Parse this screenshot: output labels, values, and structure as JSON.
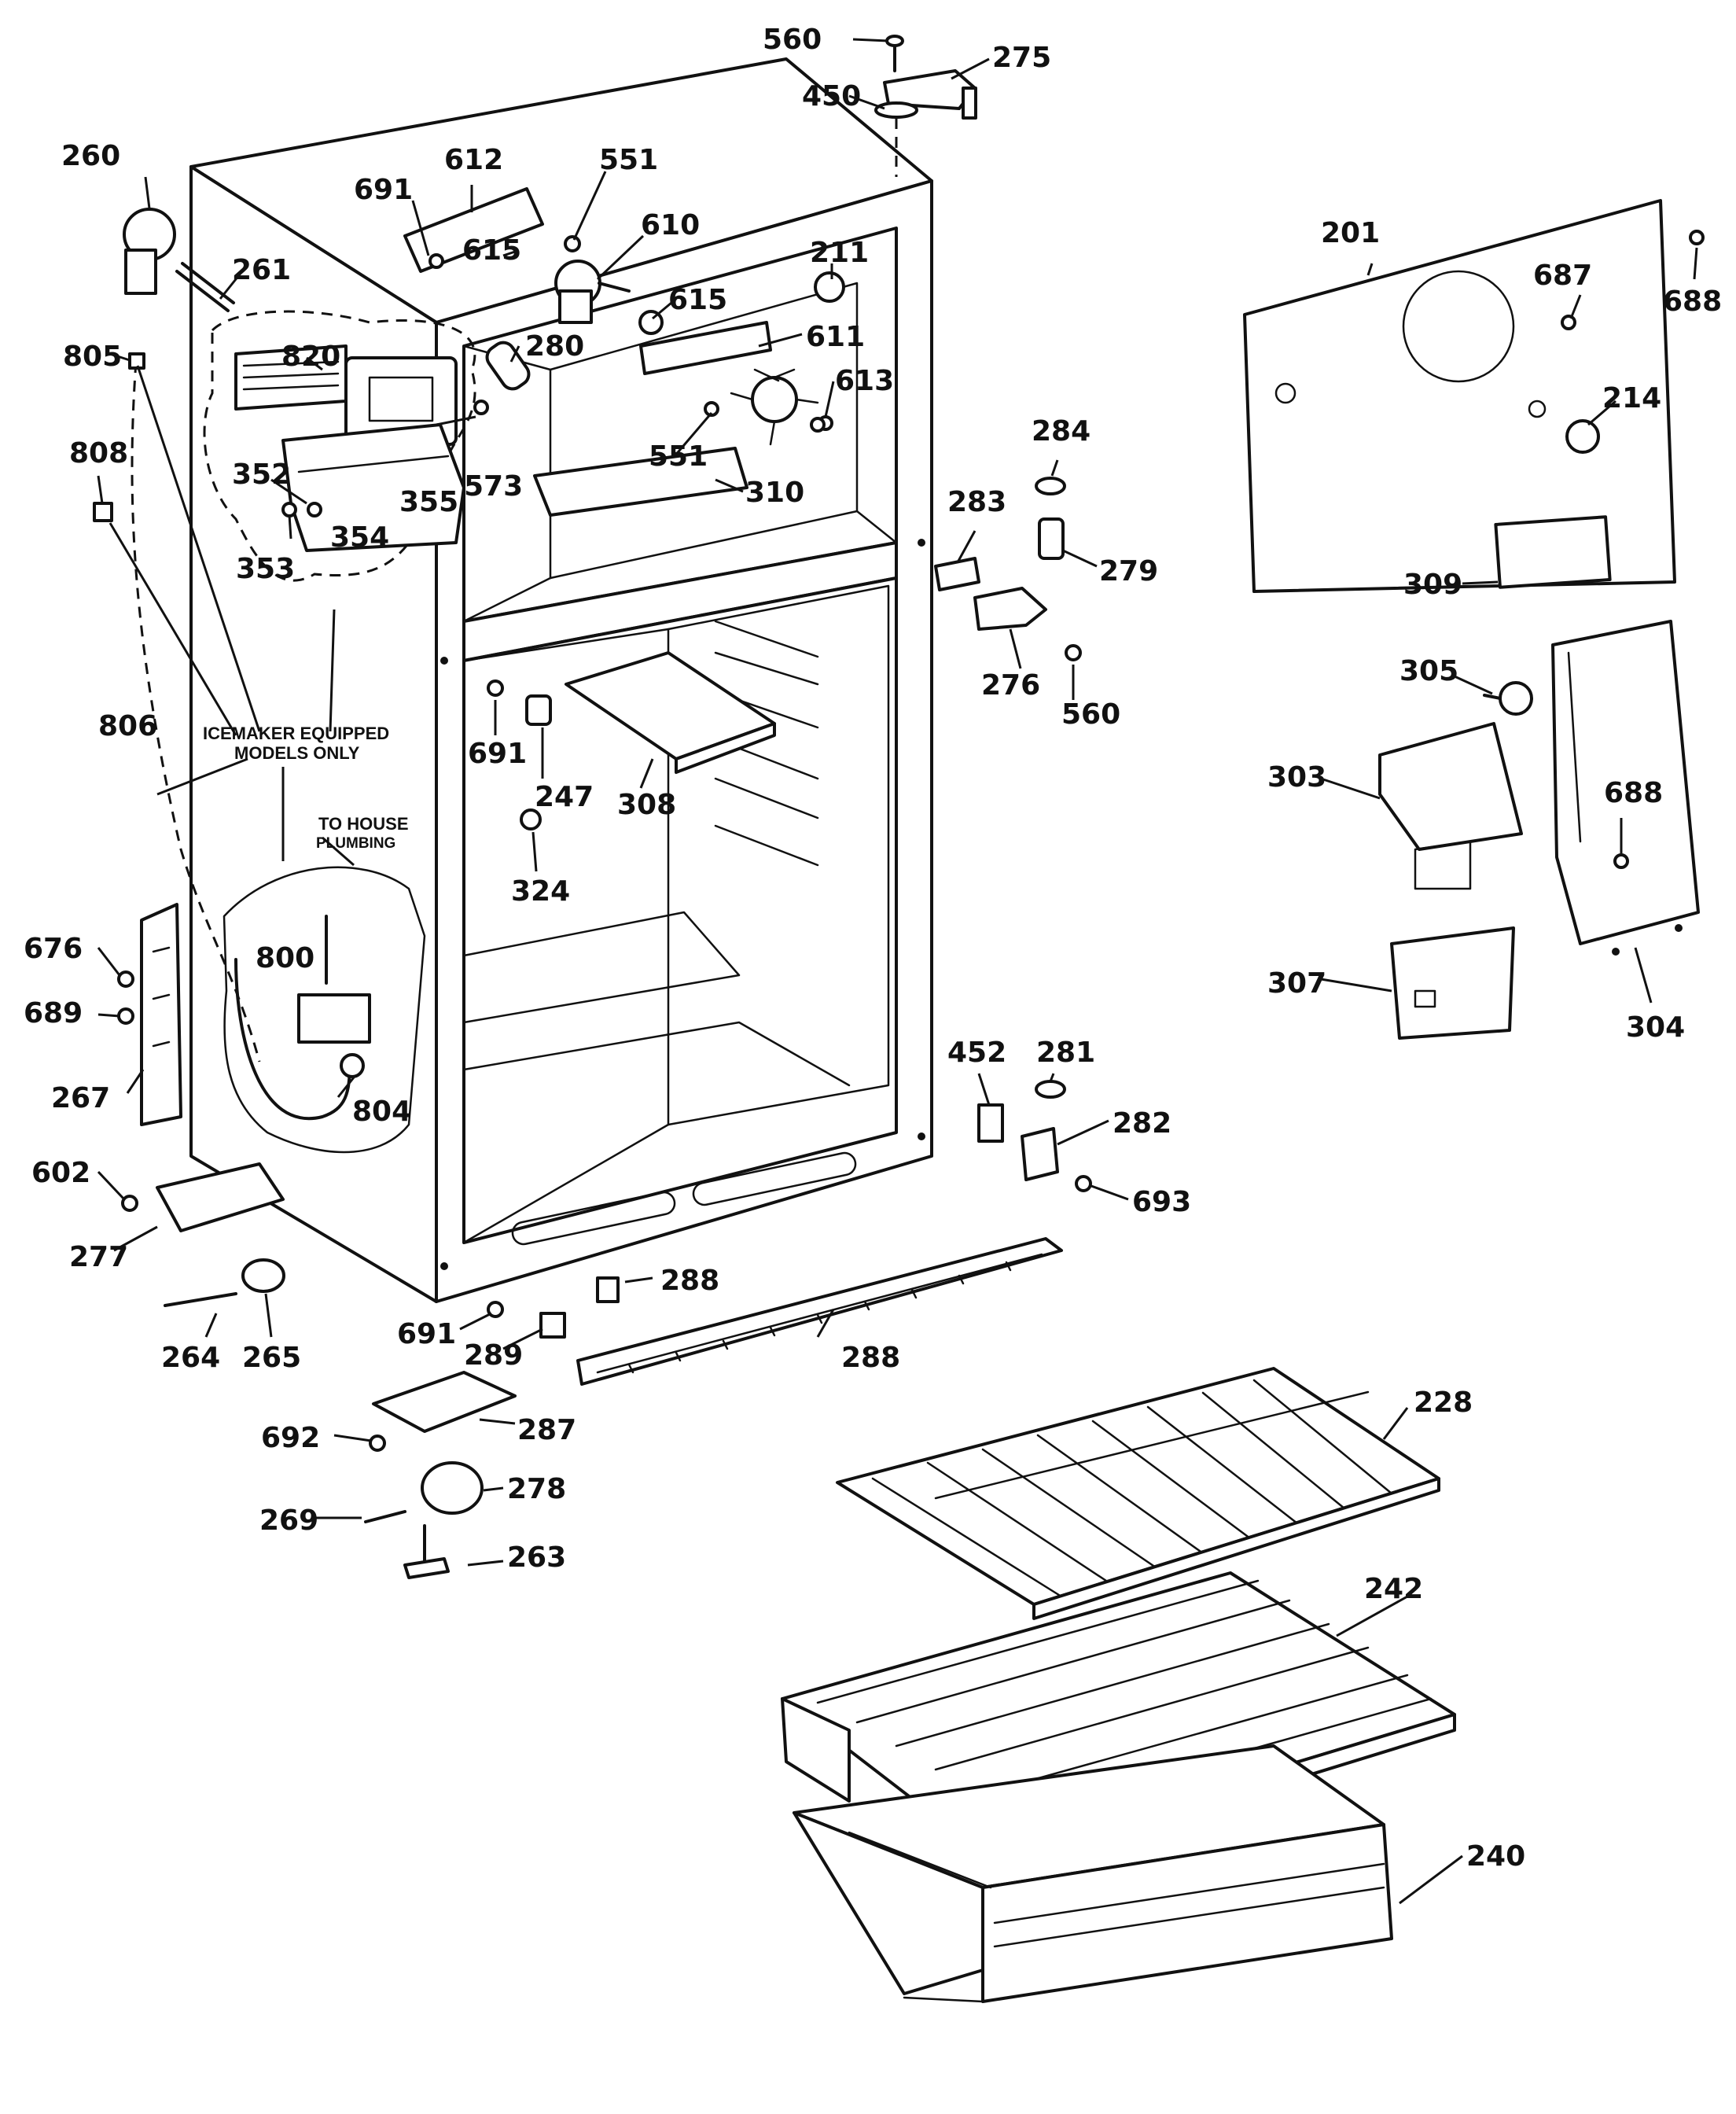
{
  "labels": {
    "l201": "201",
    "l211": "211",
    "l214": "214",
    "l228": "228",
    "l240": "240",
    "l242": "242",
    "l247": "247",
    "l260": "260",
    "l261": "261",
    "l263": "263",
    "l264": "264",
    "l265": "265",
    "l267": "267",
    "l269": "269",
    "l275": "275",
    "l276": "276",
    "l277": "277",
    "l278": "278",
    "l279": "279",
    "l280": "280",
    "l281": "281",
    "l282": "282",
    "l283": "283",
    "l284": "284",
    "l287": "287",
    "l288a": "288",
    "l288b": "288",
    "l289": "289",
    "l303": "303",
    "l304": "304",
    "l305": "305",
    "l307": "307",
    "l308": "308",
    "l309": "309",
    "l310": "310",
    "l324": "324",
    "l352": "352",
    "l353": "353",
    "l354": "354",
    "l355": "355",
    "l450": "450",
    "l452": "452",
    "l551a": "551",
    "l551b": "551",
    "l560a": "560",
    "l560b": "560",
    "l573": "573",
    "l602": "602",
    "l610": "610",
    "l611": "611",
    "l612": "612",
    "l613": "613",
    "l615a": "615",
    "l615b": "615",
    "l676": "676",
    "l687": "687",
    "l688a": "688",
    "l688b": "688",
    "l689": "689",
    "l691a": "691",
    "l691b": "691",
    "l691c": "691",
    "l692": "692",
    "l693": "693",
    "l800": "800",
    "l804": "804",
    "l805": "805",
    "l806": "806",
    "l808": "808",
    "l820": "820"
  },
  "notes": {
    "icemaker_line1": "ICEMAKER EQUIPPED",
    "icemaker_line2": "MODELS ONLY",
    "plumbing_line1": "TO HOUSE",
    "plumbing_line2": "PLUMBING"
  }
}
